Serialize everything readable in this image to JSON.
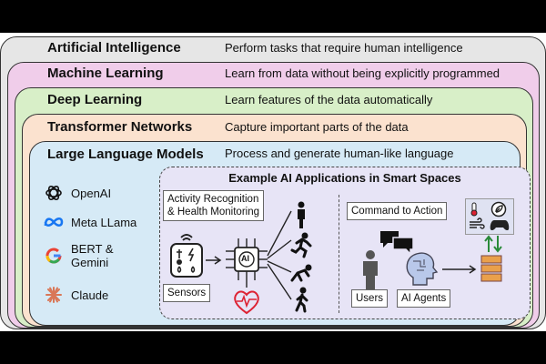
{
  "layers": [
    {
      "title": "Artificial Intelligence",
      "desc": "Perform tasks that require human intelligence",
      "color": "#e6e6e6"
    },
    {
      "title": "Machine Learning",
      "desc": "Learn from data without being explicitly programmed",
      "color": "#f0cdea"
    },
    {
      "title": "Deep Learning",
      "desc": "Learn features of the data automatically",
      "color": "#d8efc8"
    },
    {
      "title": "Transformer Networks",
      "desc": "Capture important parts of the data",
      "color": "#fbe2cf"
    },
    {
      "title": "Large Language Models",
      "desc": "Process and generate human-like language",
      "color": "#d6eaf6"
    }
  ],
  "companies": [
    {
      "name": "OpenAI",
      "icon": "openai-logo-icon"
    },
    {
      "name": "Meta LLama",
      "icon": "meta-logo-icon"
    },
    {
      "name": "BERT &\nGemini",
      "icon": "google-logo-icon"
    },
    {
      "name": "Claude",
      "icon": "claude-logo-icon"
    }
  ],
  "applications": {
    "title": "Example AI Applications in Smart Spaces",
    "activity_label": "Activity Recognition\n& Health Monitoring",
    "sensors_label": "Sensors",
    "ai_chip_label": "AI",
    "command_label": "Command to Action",
    "users_label": "Users",
    "agents_label": "AI Agents"
  },
  "colors": {
    "inner_box": "#e7e4f6",
    "meta_blue": "#1877f2",
    "claude_orange": "#d97757"
  }
}
